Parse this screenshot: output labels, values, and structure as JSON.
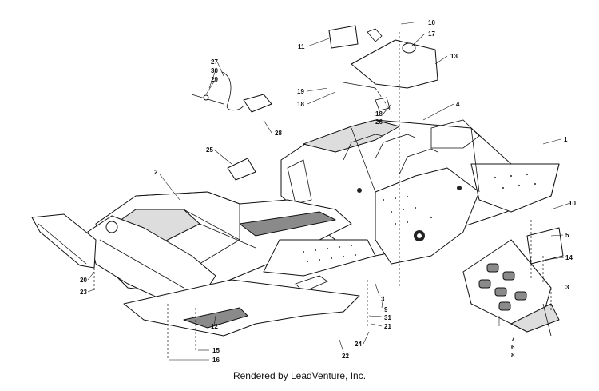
{
  "footer": {
    "credit": "Rendered by LeadVenture, Inc."
  },
  "callouts": {
    "c1": "1",
    "c2": "2",
    "c3a": "3",
    "c3b": "3",
    "c4": "4",
    "c5": "5",
    "c6": "6",
    "c7": "7",
    "c8": "8",
    "c9": "9",
    "c10a": "10",
    "c10b": "10",
    "c11": "11",
    "c12": "12",
    "c13": "13",
    "c14": "14",
    "c15": "15",
    "c16": "16",
    "c17": "17",
    "c18a": "18",
    "c18b": "18",
    "c19": "19",
    "c20": "20",
    "c21": "21",
    "c22": "22",
    "c23": "23",
    "c24": "24",
    "c25": "25",
    "c26": "26",
    "c27": "27",
    "c28": "28",
    "c29": "29",
    "c30": "30",
    "c31": "31"
  }
}
